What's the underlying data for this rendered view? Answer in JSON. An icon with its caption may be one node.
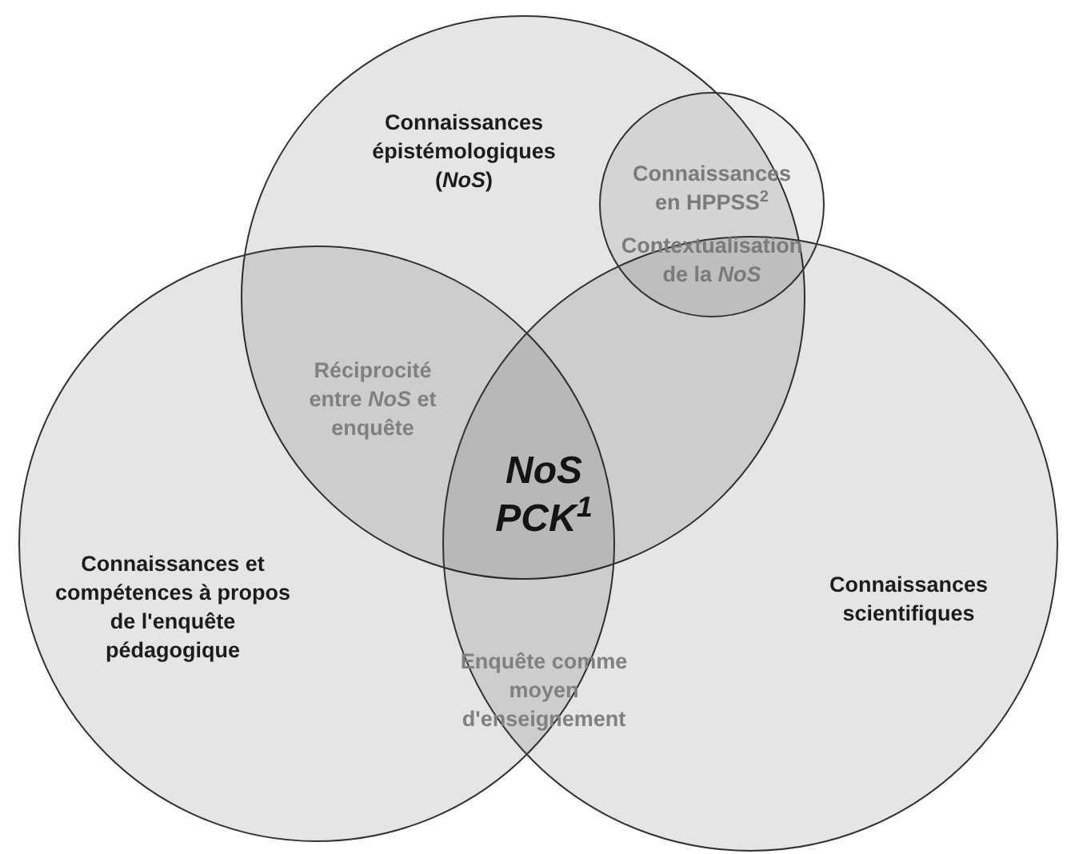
{
  "diagram": {
    "nodes": [
      {
        "text": [
          "Connaissances épistémologiques (*NoS*)"
        ]
      },
      {
        "text": [
          "Connaissances et compétences à propos de l'enquête pédagogique"
        ]
      },
      {
        "text": [
          "Connaissances scientifiques"
        ]
      },
      {
        "text": [
          "Connaissances en HPPSS$^{2}$"
        ]
      }
    ],
    "labels": [
      "Contextualisation de la *NoS*",
      "Réciprocité entre *NoS* et enquête",
      "NoS PCK$^{1}$",
      "Enquête comme moyen d'enseignement"
    ]
  }
}
